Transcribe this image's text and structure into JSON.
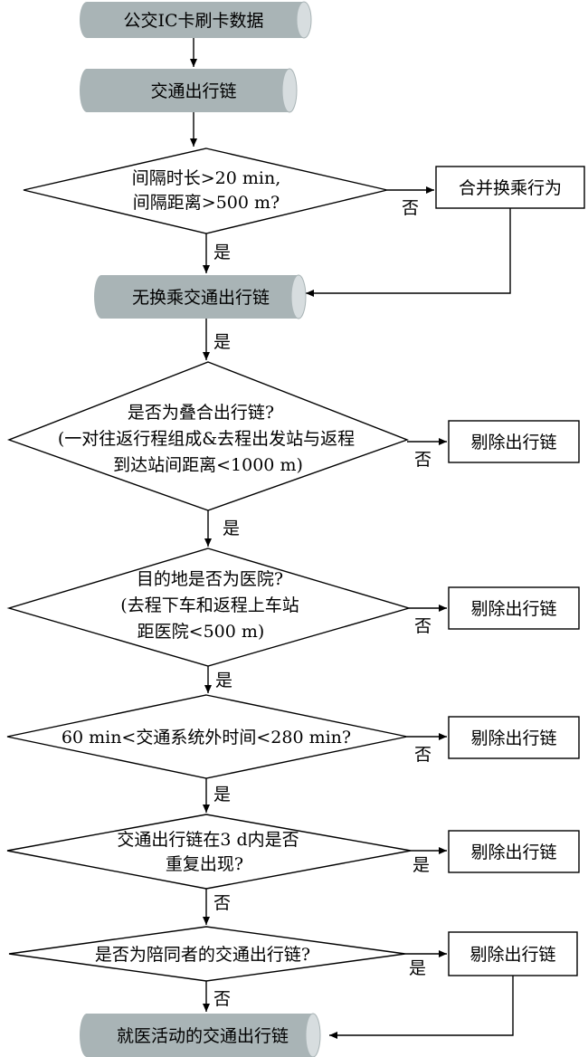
{
  "nodes": {
    "start": "公交IC卡刷卡数据",
    "chain": "交通出行链",
    "d1": [
      "间隔时长>20 min,",
      "间隔距离>500 m?"
    ],
    "merge": "合并换乘行为",
    "no_transfer": "无换乘交通出行链",
    "d2": [
      "是否为叠合出行链?",
      "(一对往返行程组成&去程出发站与返程",
      "到达站间距离<1000 m)"
    ],
    "remove1": "剔除出行链",
    "d3": [
      "目的地是否为医院?",
      "(去程下车和返程上车站",
      "距医院<500 m)"
    ],
    "remove2": "剔除出行链",
    "d4": "60 min<交通系统外时间<280 min?",
    "remove3": "剔除出行链",
    "d5": [
      "交通出行链在3 d内是否",
      "重复出现?"
    ],
    "remove4": "剔除出行链",
    "d6": "是否为陪同者的交通出行链?",
    "remove5": "剔除出行链",
    "end": "就医活动的交通出行链"
  },
  "edge_labels": {
    "d1_no": "否",
    "d1_yes": "是",
    "after_no_transfer": "是",
    "d2_no": "否",
    "d2_yes": "是",
    "d3_no": "否",
    "d3_yes": "是",
    "d4_no": "否",
    "d4_yes": "是",
    "d5_yes": "是",
    "d5_no": "否",
    "d6_yes": "是",
    "d6_no": "否"
  },
  "colors": {
    "cylinder_fill": "#a9b4b6",
    "cylinder_end": "#d7dddf",
    "stroke": "#000000"
  }
}
